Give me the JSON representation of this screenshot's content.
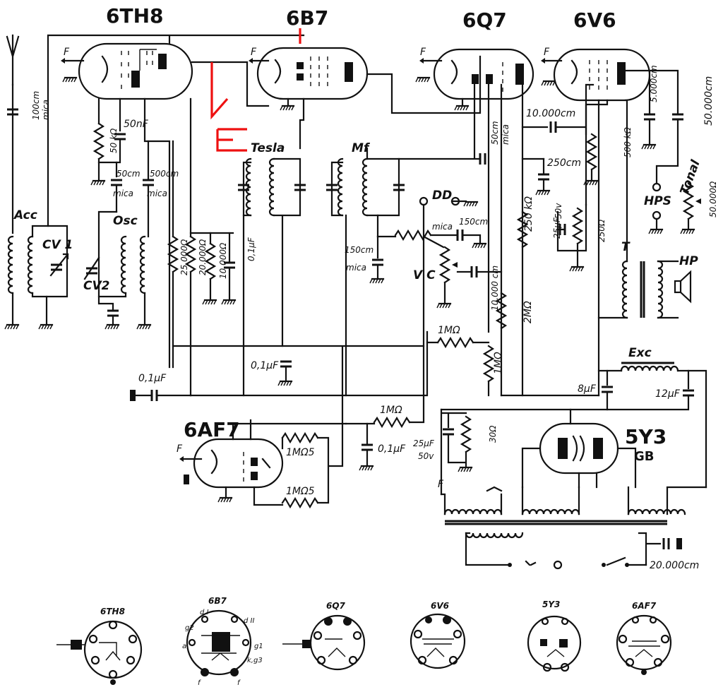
{
  "tubes": {
    "t1": "6TH8",
    "t2": "6B7",
    "t3": "6Q7",
    "t4": "6V6",
    "t5": "6AF7",
    "t6": "5Y3",
    "t6_sub": "GB"
  },
  "labels": {
    "f": "F",
    "c_100cm": "100cm",
    "mica": "mica",
    "acc": "Acc",
    "cv1": "CV 1",
    "osc": "Osc",
    "cv2": "CV2",
    "r_50k": "50 kΩ",
    "c_50nf": "50nF",
    "c_50cm": "50cm",
    "c_500cm": "500cm",
    "tesla": "Tesla",
    "mf": "Mf",
    "r_25k": "25.000Ω",
    "r_20k": "20.000Ω",
    "r_10k": "10.000Ω",
    "c_01uf": "0,1μF",
    "c_10000cm": "10.000cm",
    "c_250cm": "250cm",
    "r_500k": "500 kΩ",
    "c_5000cm": "5.000cm",
    "c_50000cm": "50.000cm",
    "dd": "DD",
    "c_150cm": "150cm",
    "vc": "V C",
    "c_10000_v": "10.000 cm",
    "r_250k": "250 kΩ",
    "c_25uf": "25μF",
    "v_50v": "50v",
    "r_250": "250Ω",
    "hps": "HPS",
    "tonal": "Tonal",
    "r_50000": "50.000Ω",
    "t": "T",
    "hp": "HP",
    "r_1m": "1MΩ",
    "r_2m": "2MΩ",
    "exc": "Exc",
    "c_8uf": "8μF",
    "c_12uf": "12μF",
    "r_1m5": "1MΩ5",
    "r_30": "30Ω",
    "c_20000": "20.000cm"
  },
  "sockets": {
    "s1": "6TH8",
    "s2": "6B7",
    "s3": "6Q7",
    "s4": "6V6",
    "s5": "5Y3",
    "s6": "6AF7",
    "pins_6b7": {
      "d1": "d I",
      "d2": "d II",
      "g2": "g2",
      "g1": "g1",
      "kg3": "k,g3",
      "a": "a",
      "f1": "f",
      "f2": "f"
    }
  },
  "colors": {
    "ink": "#111111",
    "annotation": "#ee1111",
    "paper": "#ffffff"
  }
}
